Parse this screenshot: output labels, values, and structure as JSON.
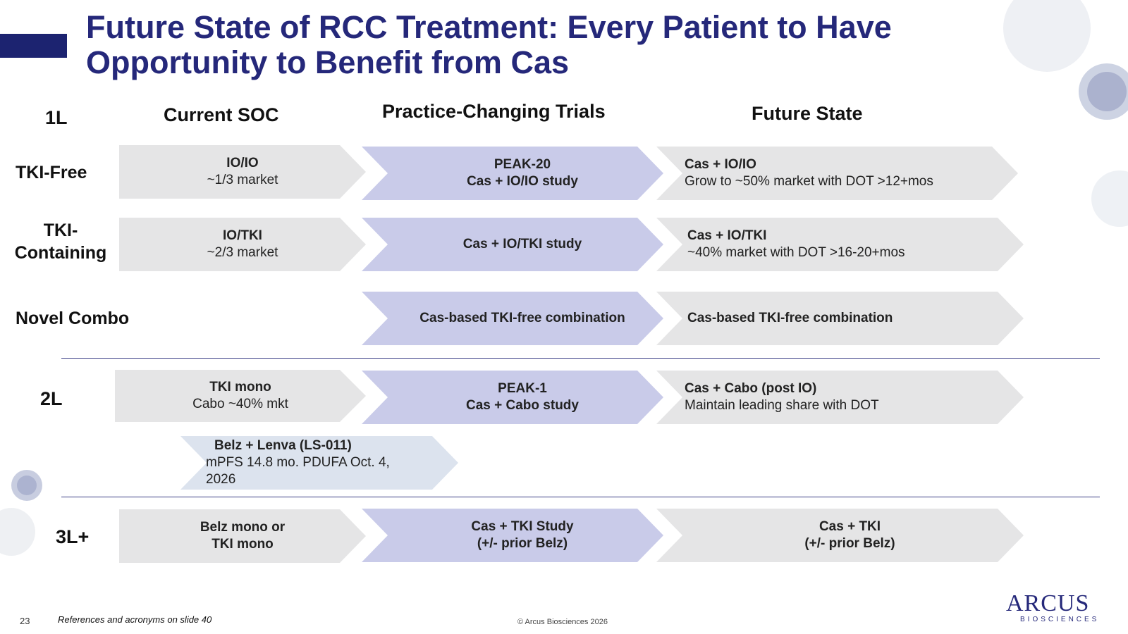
{
  "title": "Future State of RCC Treatment: Every Patient to Have Opportunity to Benefit from Cas",
  "headers": {
    "line": "1L",
    "current": "Current SOC",
    "trials": "Practice-Changing Trials",
    "future": "Future State"
  },
  "rows": {
    "tki_free": {
      "label": "TKI-Free",
      "soc_title": "IO/IO",
      "soc_sub": "~1/3 market",
      "trial_title": "PEAK-20",
      "trial_sub": "Cas + IO/IO study",
      "future_title": "Cas + IO/IO",
      "future_sub": "Grow to ~50% market with DOT >12+mos"
    },
    "tki_containing": {
      "label_line1": "TKI-",
      "label_line2": "Containing",
      "soc_title": "IO/TKI",
      "soc_sub": "~2/3 market",
      "trial": "Cas + IO/TKI study",
      "future_title": "Cas + IO/TKI",
      "future_sub": "~40% market with DOT >16-20+mos"
    },
    "novel_combo": {
      "label": "Novel Combo",
      "trial": "Cas-based TKI-free combination",
      "future": "Cas-based TKI-free combination"
    },
    "second_line": {
      "label": "2L",
      "soc_title": "TKI mono",
      "soc_sub": "Cabo ~40% mkt",
      "trial_title": "PEAK-1",
      "trial_sub": "Cas + Cabo study",
      "future_title": "Cas + Cabo (post IO)",
      "future_sub": "Maintain leading share with DOT",
      "belz_title": "Belz + Lenva (LS-011)",
      "belz_line1": "mPFS 14.8 mo. PDUFA Oct. 4,",
      "belz_line2": "2026"
    },
    "third_line": {
      "label": "3L+",
      "soc_line1": "Belz mono or",
      "soc_line2": "TKI mono",
      "trial_line1": "Cas + TKI Study",
      "trial_line2": "(+/- prior Belz)",
      "future_line1": "Cas + TKI",
      "future_line2": "(+/- prior Belz)"
    }
  },
  "footer": {
    "page_number": "23",
    "references": "References and acronyms on slide 40",
    "copyright": "© Arcus Biosciences 2026"
  },
  "logo": {
    "main": "ARCUS",
    "sub": "BIOSCIENCES"
  },
  "colors": {
    "title": "#25287a",
    "gray_arrow": "#e5e5e6",
    "lavender_arrow": "#c9cbe9",
    "light_blue_arrow": "#dce3ee"
  }
}
